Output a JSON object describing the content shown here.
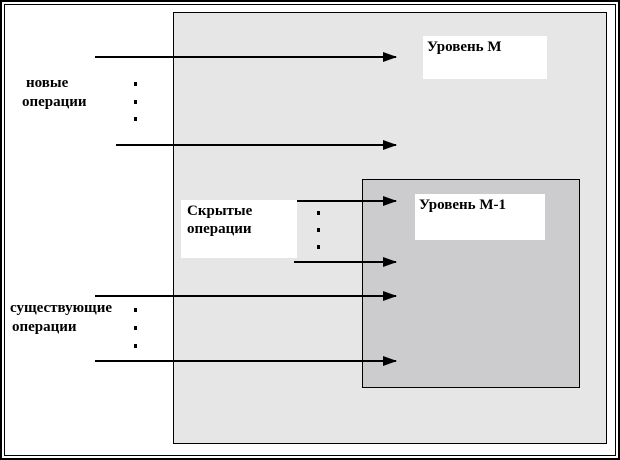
{
  "levels": {
    "m": "Уровень М",
    "m1": "Уровень М-1"
  },
  "groups": {
    "new_operations": {
      "line1": "новые",
      "line2": "операции"
    },
    "hidden_operations": {
      "line1": "Скрытые",
      "line2": "операции"
    },
    "existing_operations": {
      "line1": "существующие",
      "line2": "операции"
    }
  },
  "colors": {
    "level_m_fill": "#e6e6e6",
    "level_m1_fill": "#cccbcd",
    "arrow": "#000000"
  }
}
